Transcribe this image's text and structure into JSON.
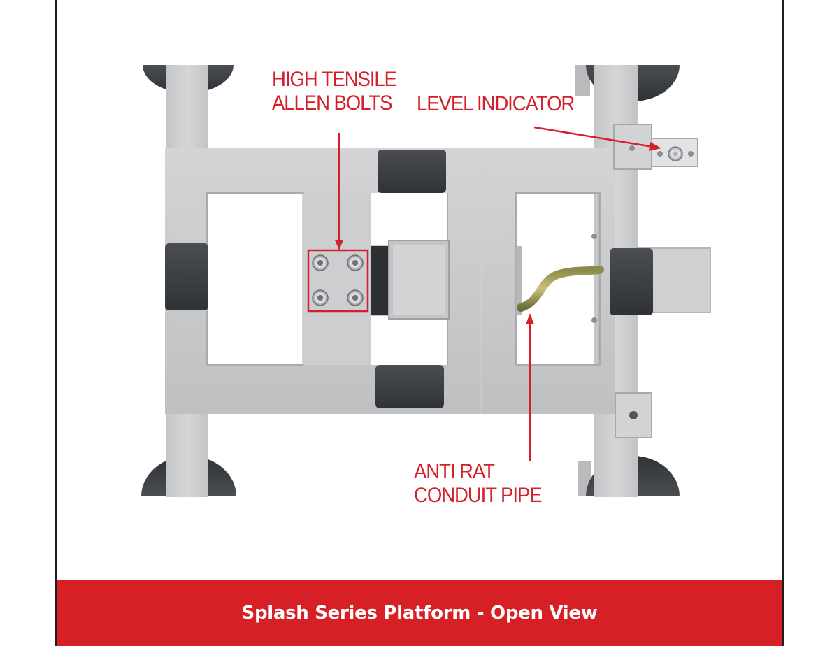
{
  "callouts": {
    "bolts": {
      "line1": "HIGH TENSILE",
      "line2": "ALLEN BOLTS"
    },
    "level": {
      "line1": "LEVEL INDICATOR"
    },
    "conduit": {
      "line1": "ANTI RAT",
      "line2": "CONDUIT PIPE"
    }
  },
  "footer": {
    "title": "Splash Series Platform - Open View"
  },
  "colors": {
    "accent_red": "#d71f26",
    "callout_red": "#d4202a",
    "steel": "#c9c9cb",
    "rubber": "#3a3d42"
  }
}
